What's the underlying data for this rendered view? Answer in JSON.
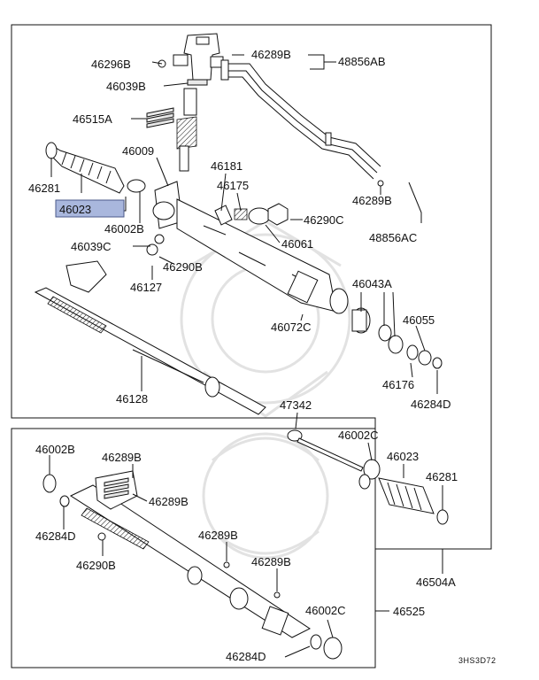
{
  "diagram": {
    "highlight_color": "#a9b7dd",
    "corner_code": "3HS3D72",
    "labels": {
      "p46296B": "46296B",
      "p46289B_top": "46289B",
      "p48856AB": "48856AB",
      "p46039B": "46039B",
      "p46515A": "46515A",
      "p46009": "46009",
      "p46181": "46181",
      "p46175": "46175",
      "p46281_top": "46281",
      "p46023_top": "46023",
      "p46002B_top": "46002B",
      "p46290C": "46290C",
      "p46061": "46061",
      "p46289B_right": "46289B",
      "p48856AC": "48856AC",
      "p46039C": "46039C",
      "p46290B_top": "46290B",
      "p46127": "46127",
      "p46043A": "46043A",
      "p46055": "46055",
      "p46072C": "46072C",
      "p46176": "46176",
      "p46284D_top": "46284D",
      "p46128": "46128",
      "p47342": "47342",
      "p46002C_mid": "46002C",
      "p46023_mid": "46023",
      "p46281_mid": "46281",
      "p46504A": "46504A",
      "p46002B_bot": "46002B",
      "p46289B_bot1": "46289B",
      "p46289B_bot2": "46289B",
      "p46284D_bot1": "46284D",
      "p46290B_bot": "46290B",
      "p46289B_bot3": "46289B",
      "p46289B_bot4": "46289B",
      "p46002C_bot": "46002C",
      "p46525": "46525",
      "p46284D_bot2": "46284D"
    }
  }
}
